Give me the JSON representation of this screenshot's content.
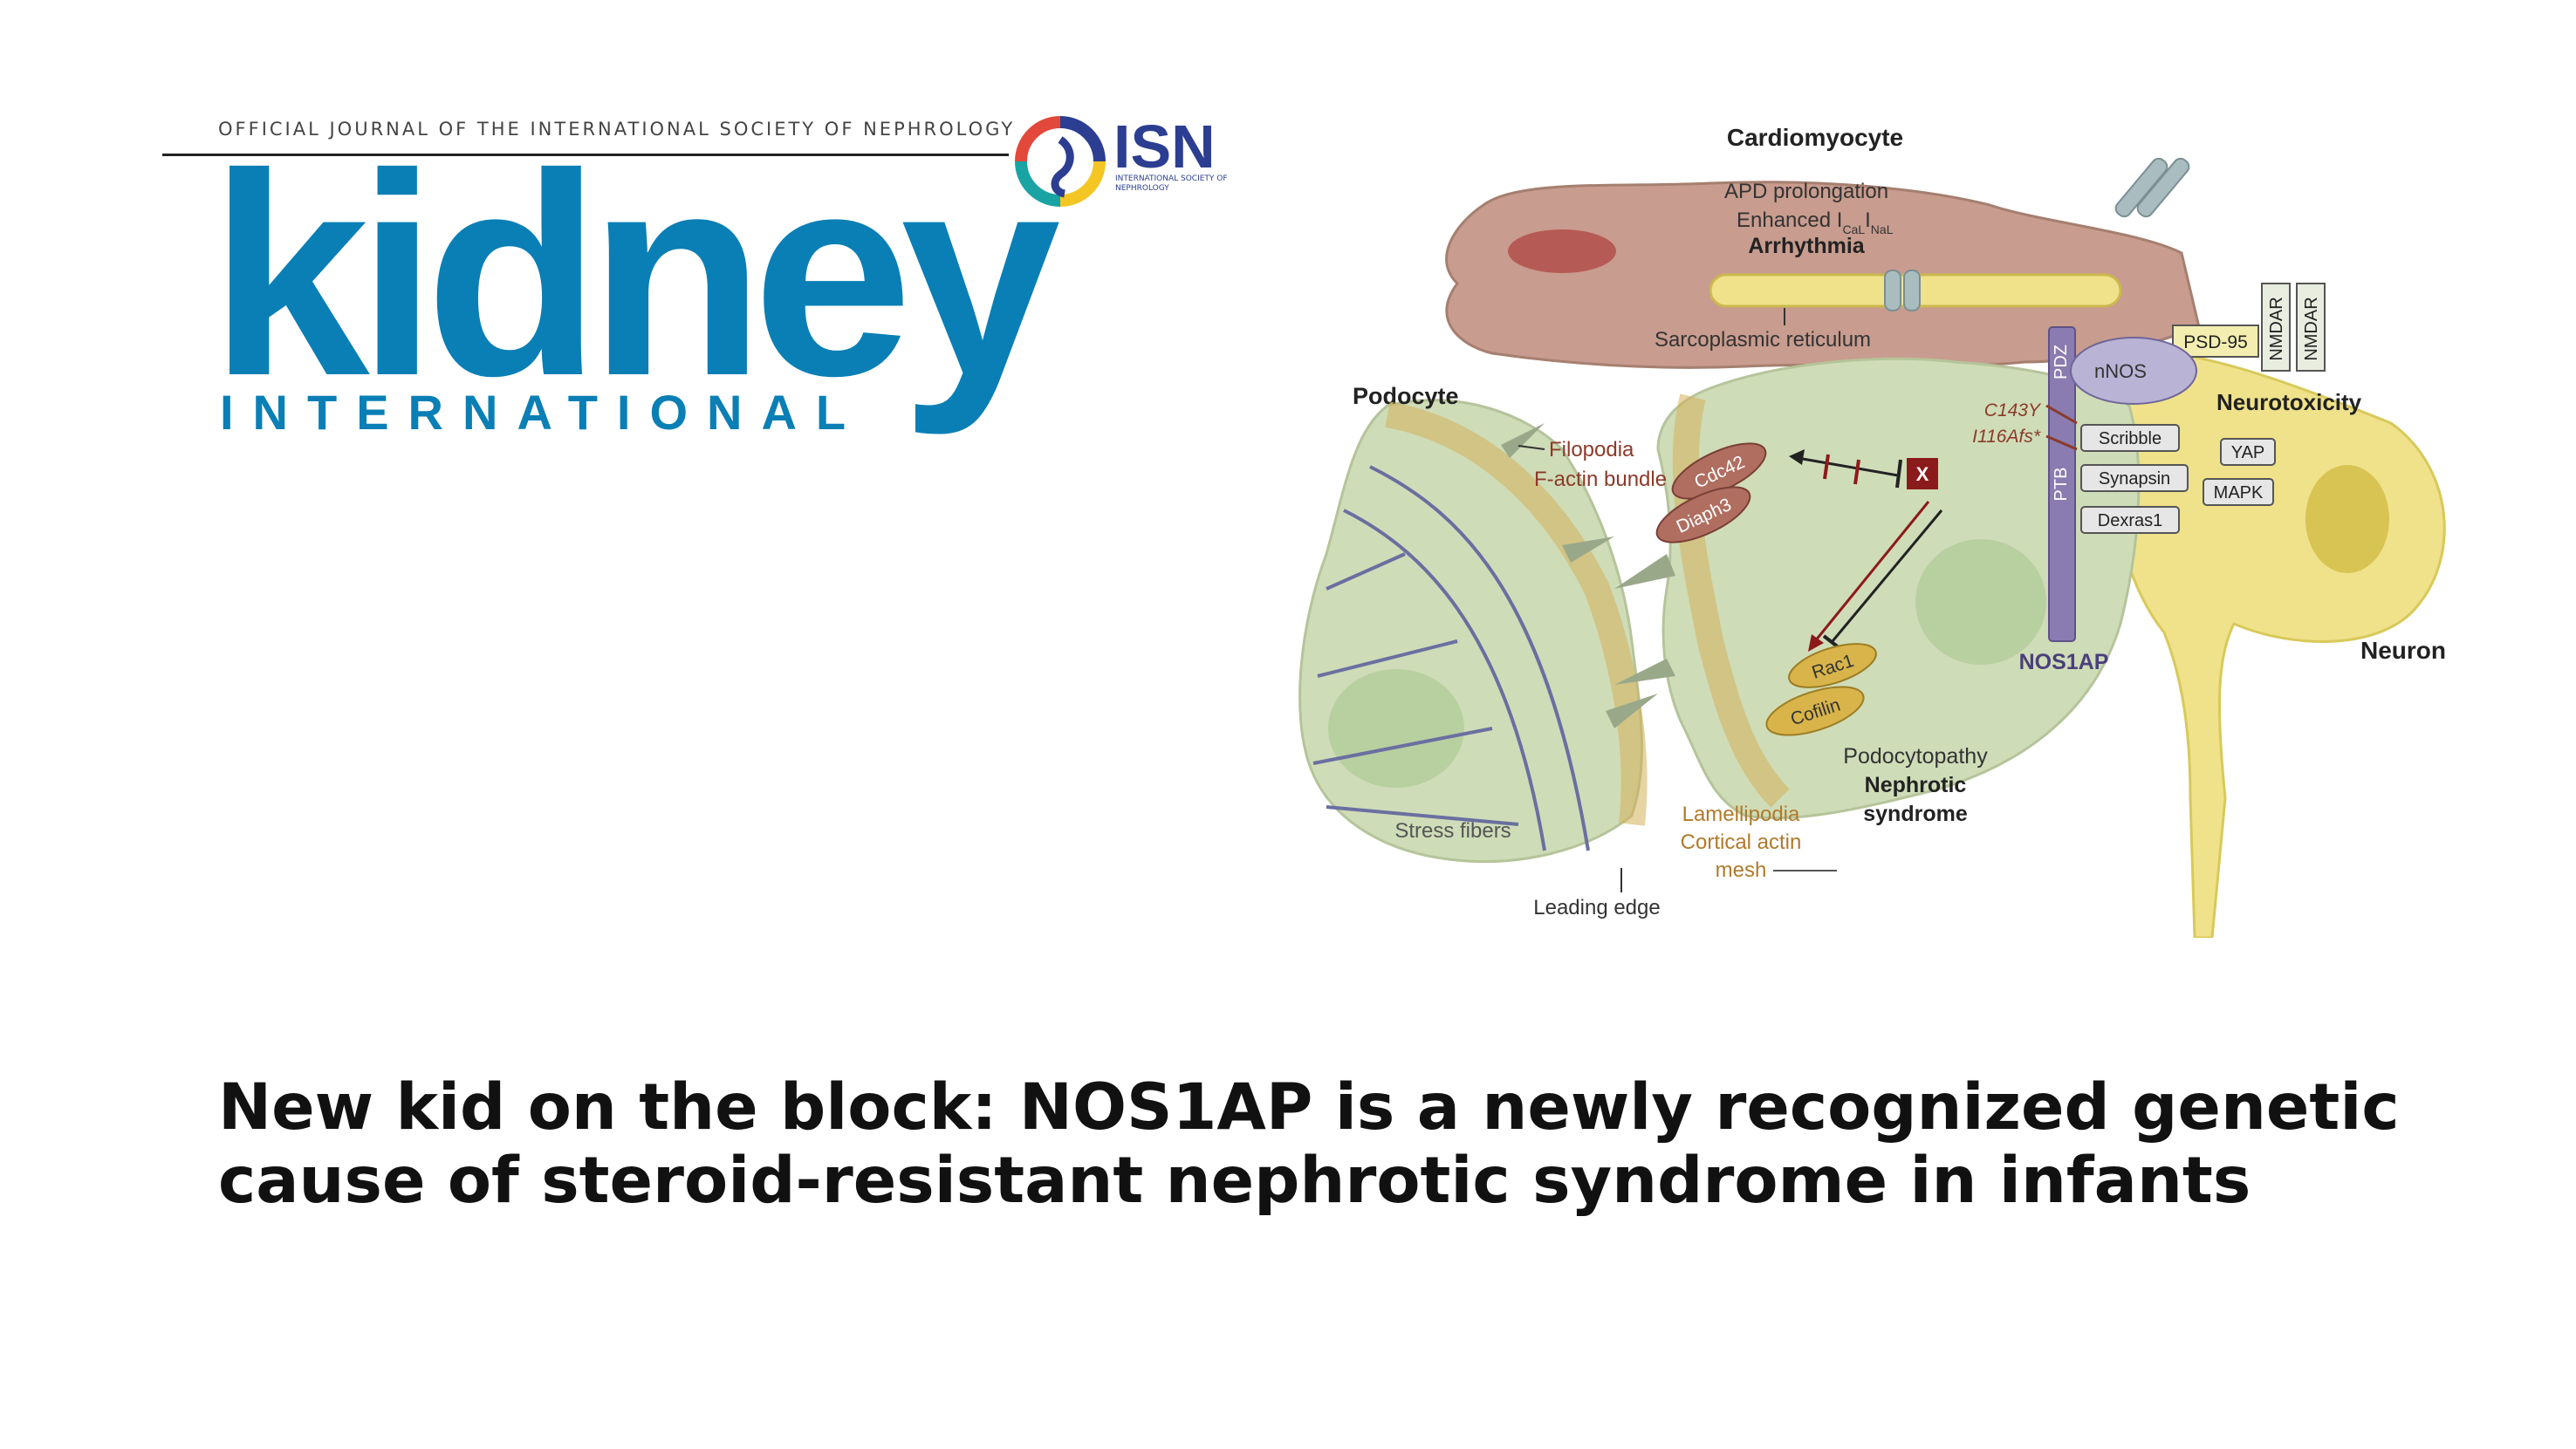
{
  "header": {
    "journal_tagline": "OFFICIAL JOURNAL OF THE INTERNATIONAL SOCIETY OF NEPHROLOGY",
    "journal_name": "kidney",
    "journal_subname": "INTERNATIONAL",
    "society_logo_text": "ISN",
    "society_logo_subtext": "INTERNATIONAL SOCIETY OF NEPHROLOGY"
  },
  "diagram": {
    "cardiomyocyte": "Cardiomyocyte",
    "apd_prolongation": "APD prolongation",
    "enhanced": "Enhanced I",
    "sub_cal": "CaL",
    "i_letter": "I",
    "sub_nal": "NaL",
    "arrhythmia": "Arrhythmia",
    "sarcoplasmic_reticulum": "Sarcoplasmic reticulum",
    "podocyte": "Podocyte",
    "filopodia": "Filopodia",
    "f_actin_bundle": "F-actin bundle",
    "cdc42": "Cdc42",
    "diaph3": "Diaph3",
    "mutation_1": "C143Y",
    "mutation_2": "I116Afs*",
    "x_mark": "X",
    "pdz": "PDZ",
    "ptb": "PTB",
    "nos1ap": "NOS1AP",
    "nnos": "nNOS",
    "psd95": "PSD-95",
    "nmdar": "NMDAR",
    "neurotoxicity": "Neurotoxicity",
    "scribble": "Scribble",
    "synapsin": "Synapsin",
    "dexras1": "Dexras1",
    "yap": "YAP",
    "mapk": "MAPK",
    "neuron": "Neuron",
    "rac1": "Rac1",
    "cofilin": "Cofilin",
    "podocytopathy": "Podocytopathy",
    "nephrotic": "Nephrotic",
    "syndrome": "syndrome",
    "stress_fibers": "Stress fibers",
    "lamellipodia": "Lamellipodia",
    "cortical_actin": "Cortical actin",
    "mesh": "mesh",
    "leading_edge": "Leading edge"
  },
  "headline": "New kid on the block: NOS1AP is a newly recognized genetic cause of steroid-resistant nephrotic syndrome in infants",
  "colors": {
    "brand_blue": "#0a7fb5",
    "isn_navy": "#2c3e91",
    "cardio_fill": "#c89c8e",
    "podo_fill": "#cfdcb8",
    "neuron_fill": "#efe28a",
    "nos1ap_fill": "#8a7cb0",
    "label_brown": "#8b3a2a"
  }
}
